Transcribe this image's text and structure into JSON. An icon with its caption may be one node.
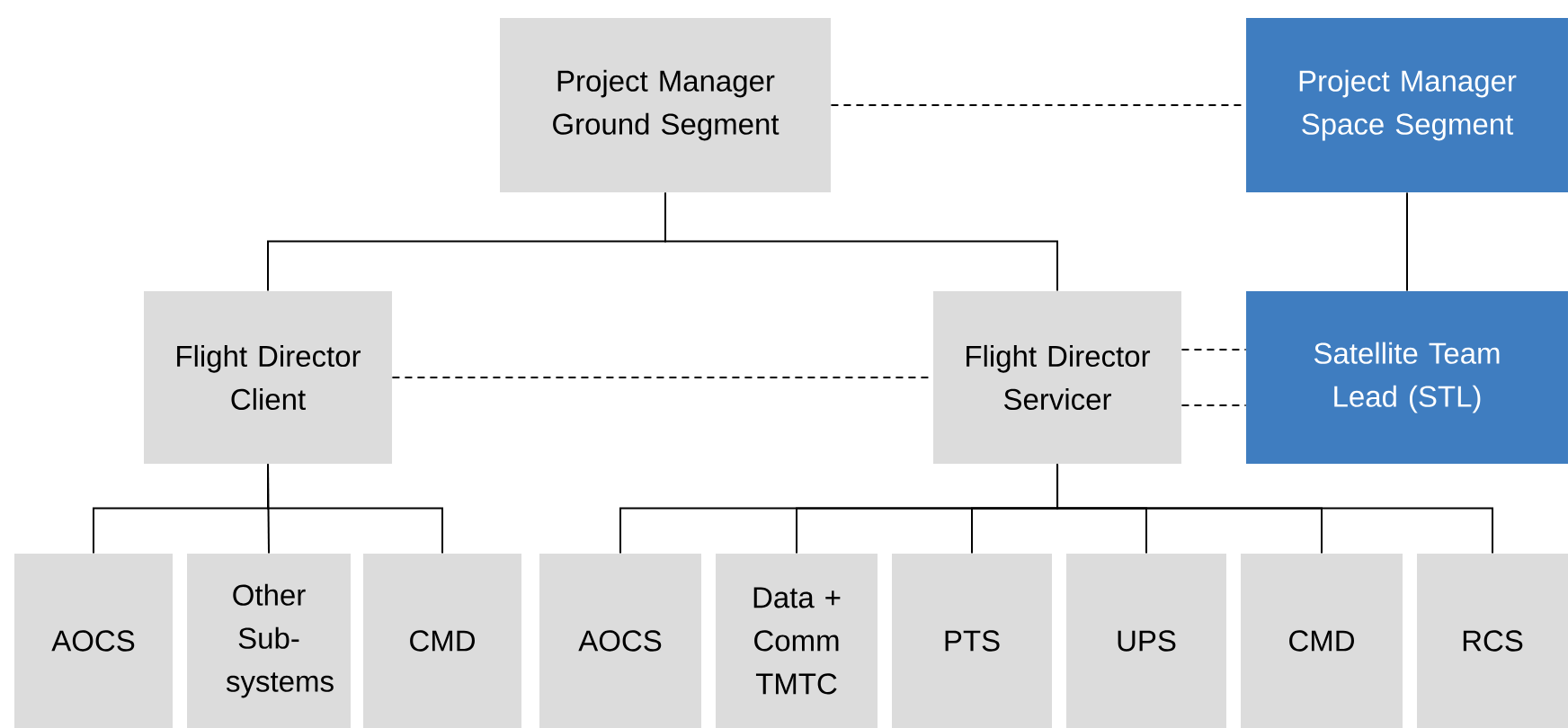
{
  "diagram": {
    "nodes": [
      {
        "text": [
          "Project Manager Ground Segment"
        ]
      },
      {
        "text": [
          "Project Manager Space Segment"
        ]
      },
      {
        "text": [
          "Flight Director Client"
        ]
      },
      {
        "text": [
          "Flight Director Servicer"
        ]
      },
      {
        "text": [
          "Satellite Team Lead (STL)"
        ]
      },
      {
        "text": [
          "AOCS"
        ]
      },
      {
        "text": [
          "Other Sub-systems"
        ]
      },
      {
        "text": [
          "CMD"
        ]
      },
      {
        "text": [
          "AOCS"
        ]
      },
      {
        "text": [
          "Data + Comm TMTC"
        ]
      },
      {
        "text": [
          "PTS"
        ]
      },
      {
        "text": [
          "UPS"
        ]
      },
      {
        "text": [
          "CMD"
        ]
      },
      {
        "text": [
          "RCS"
        ]
      }
    ],
    "edges": [
      {
        "from": 0,
        "to": 1,
        "arrow": "none",
        "style": "dashed"
      },
      {
        "from": 0,
        "to": 2,
        "arrow": "none"
      },
      {
        "from": 0,
        "to": 3,
        "arrow": "none"
      },
      {
        "from": 1,
        "to": 4,
        "arrow": "none"
      },
      {
        "from": 3,
        "to": 4,
        "arrow": "none",
        "style": "dashed"
      },
      {
        "from": 3,
        "to": 4,
        "arrow": "none",
        "style": "dashed"
      },
      {
        "from": 2,
        "to": 3,
        "arrow": "none",
        "style": "dashed"
      },
      {
        "from": 2,
        "to": 5,
        "arrow": "none"
      },
      {
        "from": 2,
        "to": 6,
        "arrow": "none"
      },
      {
        "from": 2,
        "to": 7,
        "arrow": "none"
      },
      {
        "from": 3,
        "to": 8,
        "arrow": "none"
      },
      {
        "from": 3,
        "to": 9,
        "arrow": "none"
      },
      {
        "from": 3,
        "to": 10,
        "arrow": "none"
      },
      {
        "from": 3,
        "to": 11,
        "arrow": "none"
      },
      {
        "from": 3,
        "to": 12,
        "arrow": "none"
      },
      {
        "from": 3,
        "to": 13,
        "arrow": "none"
      }
    ]
  }
}
